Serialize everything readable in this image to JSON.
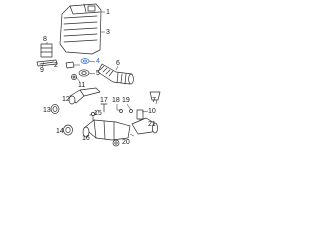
{
  "diagram": {
    "accent_color": "#2a6fd6",
    "line_color": "#2b2b2b",
    "callouts": {
      "c1": "1",
      "c2": "2",
      "c3": "3",
      "c4": "4",
      "c5": "5",
      "c6": "6",
      "c7": "7",
      "c8": "8",
      "c9": "9",
      "c10": "10",
      "c11": "11",
      "c12": "12",
      "c13": "13",
      "c14": "14",
      "c15": "15",
      "c16": "16",
      "c17": "17",
      "c18": "18",
      "c19": "19",
      "c20": "20",
      "c21": "21"
    }
  }
}
